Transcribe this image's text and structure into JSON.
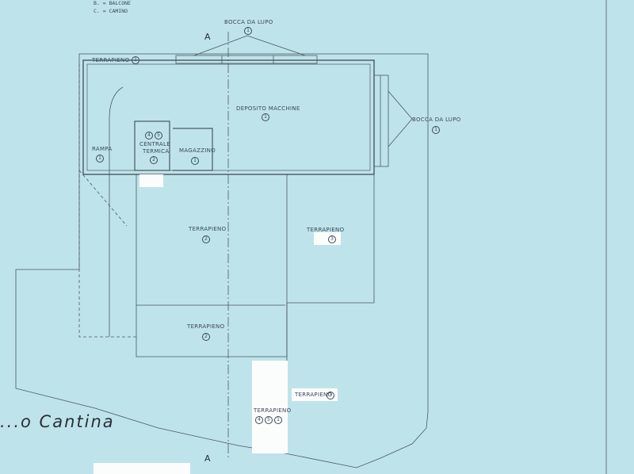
{
  "legend": {
    "line_b": "B. = BALCONE",
    "line_c": "C. = CAMINO"
  },
  "section_marker": "A",
  "labels": {
    "bocca_top": "BOCCA DA LUPO",
    "bocca_right": "BOCCA DA LUPO",
    "terrapieno_top": "TERRAPIENO",
    "deposito": "DEPOSITO MACCHINE",
    "rampa": "RAMPA",
    "centrale_1": "CENTRALE",
    "centrale_2": "TERMICA",
    "magazzino": "MAGAZZINO",
    "terrapieno_left": "TERRAPIENO",
    "terrapieno_right": "TERRAPIENO",
    "terrapieno_lower": "TERRAPIENO",
    "terrapieno_strip": "TERRAPIENO",
    "terrapieno_vertical": "TERRAPIENO"
  },
  "refs": {
    "bocca_top": "1",
    "bocca_right": "1",
    "terrapieno_top": "1",
    "deposito": "1",
    "rampa": "1",
    "centrale_a": "4",
    "centrale_b": "5",
    "centrale_c": "2",
    "magazzino": "1",
    "terrapieno_left": "2",
    "terrapieno_right": "3",
    "terrapieno_lower": "2",
    "terrapieno_strip": "3",
    "terrapieno_vert_a": "4",
    "terrapieno_vert_b": "5",
    "terrapieno_vert_c": "1"
  },
  "title": "...o Cantina",
  "colors": {
    "background": "#bfe3ea",
    "line": "#3b4a56"
  }
}
